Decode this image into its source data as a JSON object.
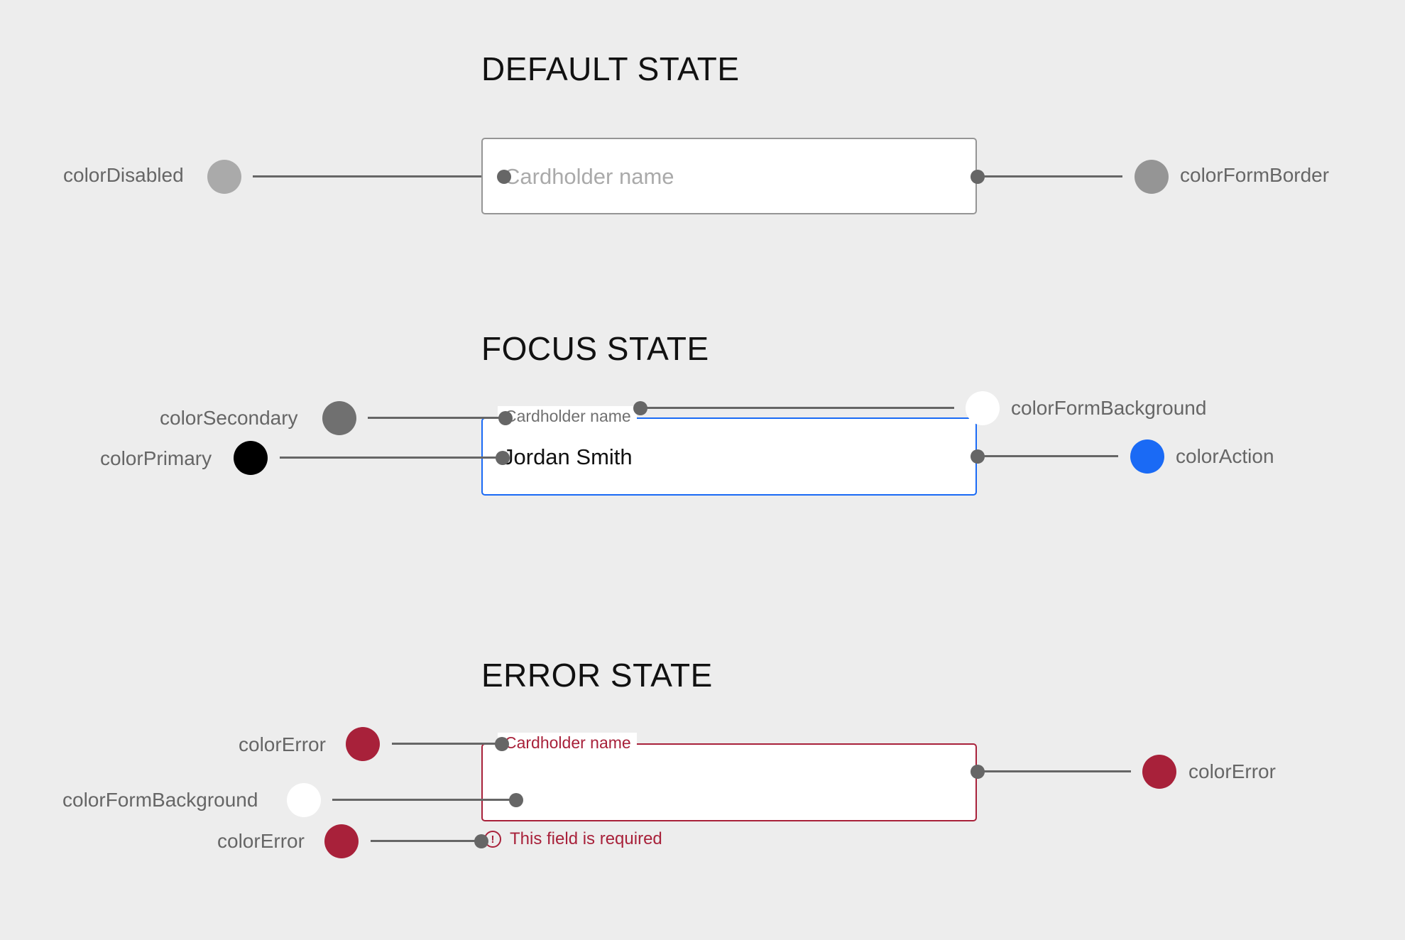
{
  "colors": {
    "disabled": "#aaaaaa",
    "form_border": "#959595",
    "secondary": "#707070",
    "primary": "#000000",
    "form_background": "#ffffff",
    "action": "#1a6af5",
    "error": "#a8213a",
    "connector": "#666666"
  },
  "sections": {
    "default": {
      "title": "DEFAULT STATE",
      "field": {
        "placeholder": "Cardholder name"
      },
      "tokens": {
        "left": "colorDisabled",
        "right": "colorFormBorder"
      }
    },
    "focus": {
      "title": "FOCUS STATE",
      "field": {
        "label": "Cardholder name",
        "value": "Jordan Smith"
      },
      "tokens": {
        "label": "colorSecondary",
        "value": "colorPrimary",
        "background": "colorFormBackground",
        "border": "colorAction"
      }
    },
    "error": {
      "title": "ERROR STATE",
      "field": {
        "label": "Cardholder name",
        "value": "",
        "message": "This field is required",
        "icon": "exclamation-circle-icon"
      },
      "tokens": {
        "label": "colorError",
        "background": "colorFormBackground",
        "message": "colorError",
        "border": "colorError"
      }
    }
  }
}
